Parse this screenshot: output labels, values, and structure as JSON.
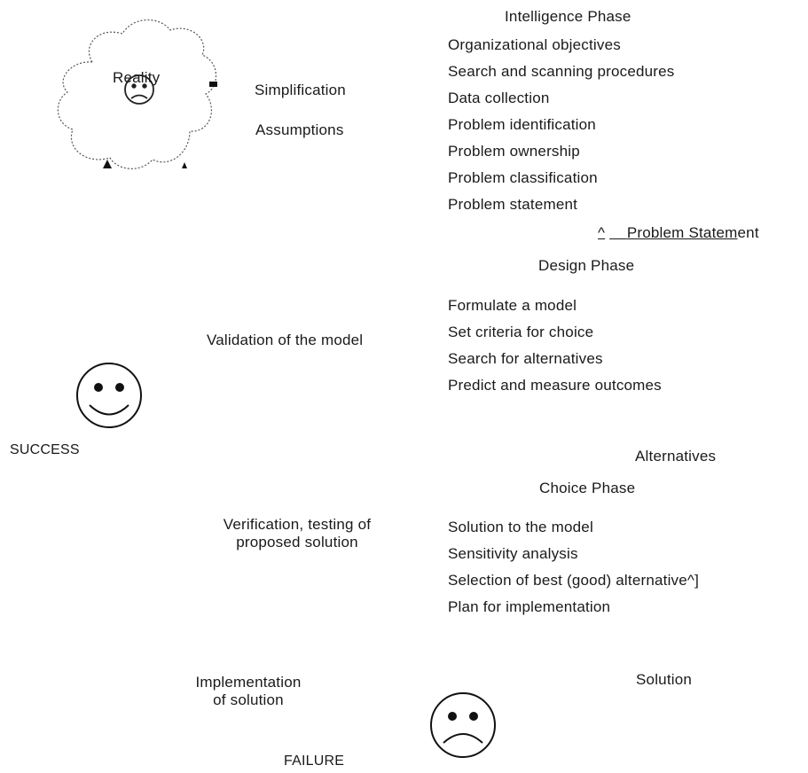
{
  "reality": {
    "label": "Reality"
  },
  "left_labels": {
    "simplification": "Simplification",
    "assumptions": "Assumptions",
    "validation": "Validation of the model",
    "success": "SUCCESS",
    "verification": [
      "Verification, testing of",
      "proposed solution"
    ],
    "implementation": [
      "Implementation",
      "of solution"
    ],
    "failure": "FAILURE"
  },
  "intelligence": {
    "title": "Intelligence Phase",
    "items": [
      "Organizational objectives",
      "Search and scanning procedures",
      "Data collection",
      "Problem identification",
      "Problem ownership",
      "Problem classification",
      "Problem statement"
    ],
    "output": {
      "caret": "^",
      "underlined": "Problem Statem",
      "rest": "ent"
    }
  },
  "design": {
    "title": "Design Phase",
    "items": [
      "Formulate a model",
      "Set criteria for choice",
      "Search for alternatives",
      "Predict and measure outcomes"
    ],
    "output": "Alternatives"
  },
  "choice": {
    "title": "Choice Phase",
    "items": [
      "Solution to the model",
      "Sensitivity analysis",
      "Selection of best (good) alternative^]",
      "Plan for implementation"
    ],
    "output": "Solution"
  }
}
